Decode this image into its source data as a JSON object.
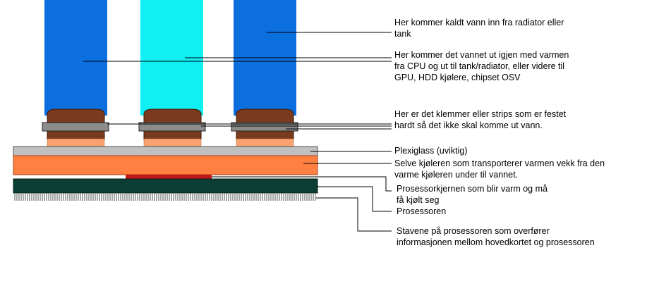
{
  "colors": {
    "tube_blue": "#0b6fe0",
    "tube_cyan": "#0ff0f4",
    "fitting_brown": "#7a3a1d",
    "fitting_peach": "#f7a270",
    "clamp_gray": "#8c8c8c",
    "plexiglass": "#c0c0c0",
    "cooler_orange": "#ff8040",
    "cpu_core_red": "#c01818",
    "cpu_green": "#0c3d34",
    "pins": "#505050",
    "leader_line": "#000000"
  },
  "labels": {
    "cold_water_in": [
      "Her kommer kaldt vann inn fra radiator eller",
      "tank"
    ],
    "warm_water_out": [
      "Her kommer det vannet ut igjen med varmen",
      "fra CPU og ut til tank/radiator, eller videre til",
      "GPU, HDD kjølere, chipset OSV"
    ],
    "clamps": [
      "Her er det klemmer eller strips som er festet",
      "hardt så det ikke skal komme ut vann."
    ],
    "plexiglass": [
      "Plexiglass (uviktig)"
    ],
    "cooler_block": [
      "Selve kjøleren som transporterer varmen vekk fra den",
      "varme kjøleren under til vannet."
    ],
    "cpu_core": [
      "Prosessorkjernen som blir varm og må",
      "få kjølt seg"
    ],
    "processor": [
      "Prosessoren"
    ],
    "pins": [
      "Stavene på prosessoren som overfører",
      "informasjonen mellom hovedkortet og prosessoren"
    ]
  }
}
